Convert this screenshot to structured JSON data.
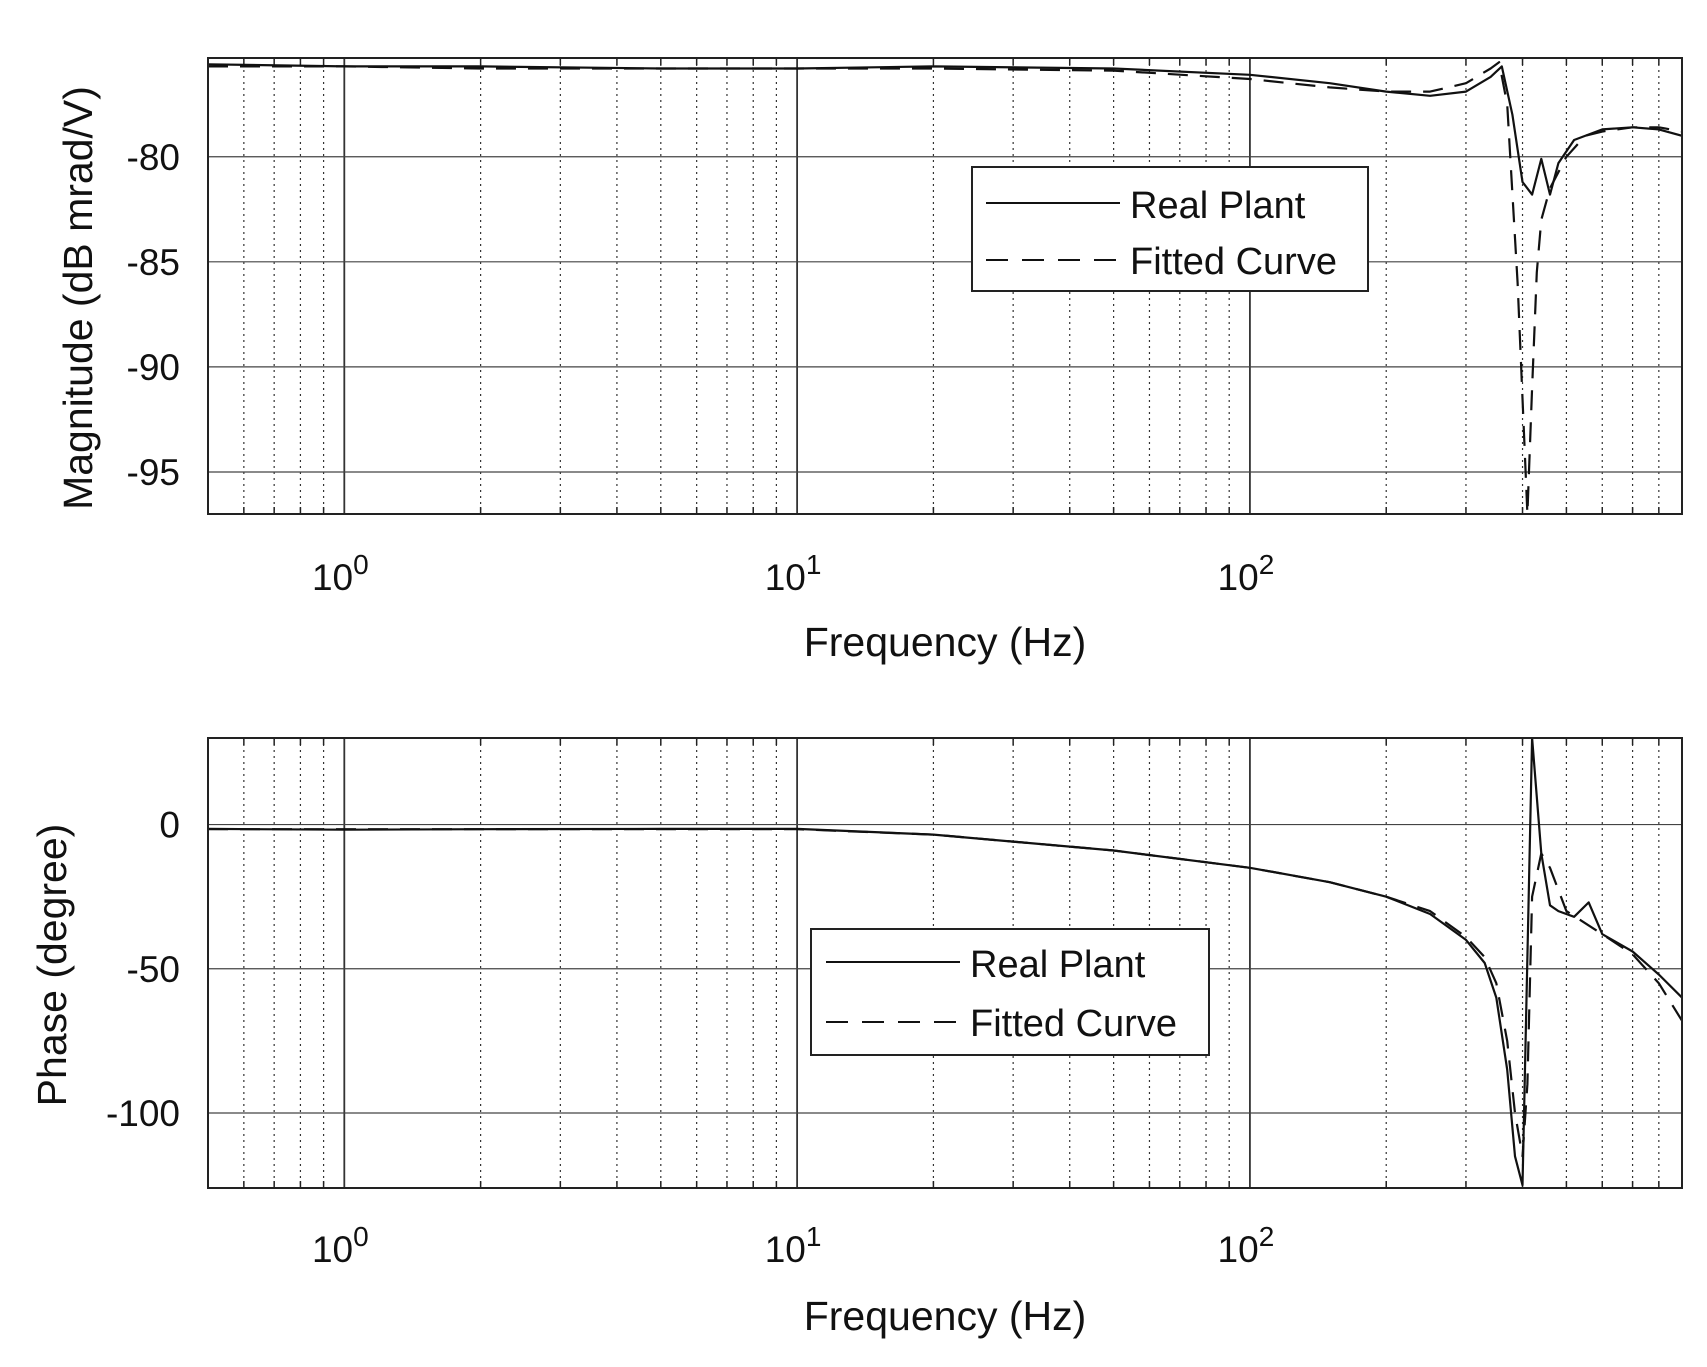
{
  "chart_data": [
    {
      "type": "line",
      "xscale": "log",
      "xlim": [
        0.5,
        900
      ],
      "ylim": [
        -97,
        -75.3
      ],
      "xlabel": "Frequency (Hz)",
      "ylabel": "Magnitude (dB mrad/V)",
      "xticks": [
        {
          "base": "10",
          "exp": "0"
        },
        {
          "base": "10",
          "exp": "1"
        },
        {
          "base": "10",
          "exp": "2"
        }
      ],
      "yticks": [
        "-80",
        "-85",
        "-90",
        "-95"
      ],
      "ytick_values": [
        -80,
        -85,
        -90,
        -95
      ],
      "grid": true,
      "legend_position": "center-right",
      "series": [
        {
          "name": "Real Plant",
          "style": "solid",
          "x": [
            0.5,
            1,
            2,
            5,
            10,
            20,
            50,
            100,
            150,
            200,
            250,
            300,
            340,
            360,
            380,
            400,
            420,
            440,
            460,
            480,
            520,
            600,
            700,
            800,
            900
          ],
          "y": [
            -75.6,
            -75.7,
            -75.7,
            -75.8,
            -75.8,
            -75.7,
            -75.8,
            -76.1,
            -76.5,
            -76.9,
            -77.1,
            -76.9,
            -76.2,
            -75.7,
            -78.0,
            -81.2,
            -81.8,
            -80.1,
            -81.8,
            -80.3,
            -79.2,
            -78.7,
            -78.6,
            -78.7,
            -79.0
          ]
        },
        {
          "name": "Fitted Curve",
          "style": "dashed",
          "x": [
            0.5,
            1,
            2,
            5,
            10,
            20,
            50,
            100,
            150,
            200,
            250,
            300,
            340,
            355,
            370,
            390,
            410,
            420,
            430,
            440,
            460,
            500,
            550,
            600,
            700,
            800,
            900
          ],
          "y": [
            -75.7,
            -75.7,
            -75.8,
            -75.8,
            -75.8,
            -75.8,
            -75.9,
            -76.3,
            -76.7,
            -76.9,
            -76.9,
            -76.5,
            -75.8,
            -75.5,
            -77.5,
            -86.0,
            -97.0,
            -91.0,
            -85.5,
            -83.0,
            -81.5,
            -80.0,
            -79.0,
            -78.8,
            -78.6,
            -78.6,
            -78.8
          ]
        }
      ]
    },
    {
      "type": "line",
      "xscale": "log",
      "xlim": [
        0.5,
        900
      ],
      "ylim": [
        -126,
        30
      ],
      "xlabel": "Frequency (Hz)",
      "ylabel": "Phase (degree)",
      "xticks": [
        {
          "base": "10",
          "exp": "0"
        },
        {
          "base": "10",
          "exp": "1"
        },
        {
          "base": "10",
          "exp": "2"
        }
      ],
      "yticks": [
        "0",
        "-50",
        "-100"
      ],
      "ytick_values": [
        0,
        -50,
        -100
      ],
      "grid": true,
      "legend_position": "center",
      "series": [
        {
          "name": "Real Plant",
          "style": "solid",
          "x": [
            0.5,
            1,
            2,
            5,
            10,
            20,
            50,
            100,
            150,
            200,
            250,
            300,
            330,
            350,
            370,
            385,
            400,
            420,
            440,
            460,
            480,
            520,
            560,
            600,
            700,
            800,
            900
          ],
          "y": [
            -1.5,
            -1.8,
            -1.6,
            -1.5,
            -1.5,
            -3.5,
            -9.0,
            -15.0,
            -20.0,
            -25.0,
            -31.0,
            -40.0,
            -48.0,
            -60.0,
            -85.0,
            -115.0,
            -125.0,
            30.0,
            -10.0,
            -28.0,
            -30.0,
            -32.0,
            -27.0,
            -38.0,
            -44.0,
            -52.0,
            -60.0
          ]
        },
        {
          "name": "Fitted Curve",
          "style": "dashed",
          "x": [
            0.5,
            1,
            2,
            5,
            10,
            20,
            50,
            100,
            150,
            200,
            250,
            300,
            330,
            350,
            370,
            385,
            400,
            410,
            420,
            440,
            460,
            500,
            600,
            700,
            800,
            900
          ],
          "y": [
            -1.6,
            -1.6,
            -1.6,
            -1.6,
            -1.6,
            -3.5,
            -9.0,
            -15.0,
            -20.0,
            -25.0,
            -30.0,
            -39.0,
            -46.0,
            -55.0,
            -75.0,
            -100.0,
            -115.0,
            -90.0,
            -25.0,
            -10.0,
            -15.0,
            -30.0,
            -38.0,
            -45.0,
            -55.0,
            -68.0
          ]
        }
      ]
    }
  ]
}
